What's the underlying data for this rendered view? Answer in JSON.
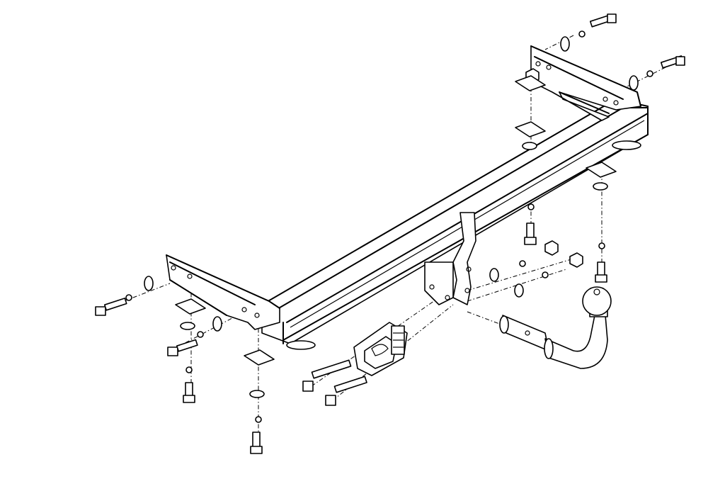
{
  "diagram": {
    "type": "exploded-assembly",
    "background": "#ffffff",
    "stroke": "#000000",
    "parts": [
      "main-crossbar",
      "left-side-bracket",
      "right-side-bracket",
      "center-mount-plate",
      "electrical-socket-plate",
      "detachable-tow-ball-neck",
      "mounting-bolts",
      "washers",
      "nuts",
      "square-spacer-plates"
    ]
  }
}
